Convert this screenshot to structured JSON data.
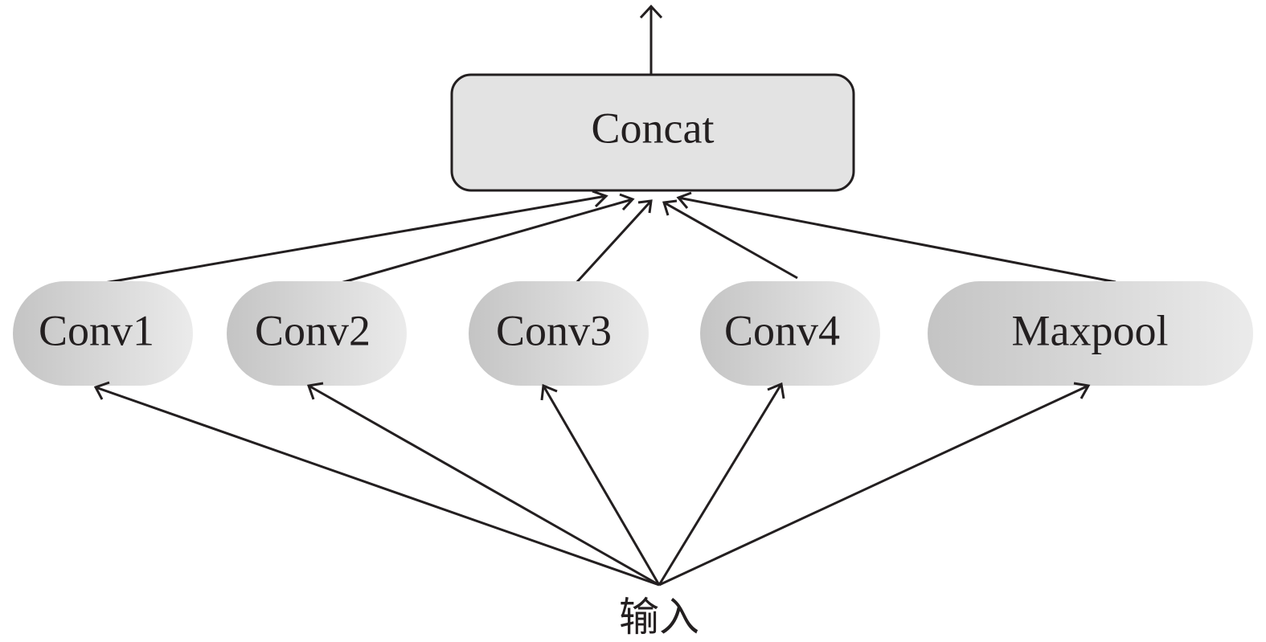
{
  "diagram": {
    "output_node": {
      "label": "Concat"
    },
    "branches": [
      {
        "id": "conv1",
        "label": "Conv1"
      },
      {
        "id": "conv2",
        "label": "Conv2"
      },
      {
        "id": "conv3",
        "label": "Conv3"
      },
      {
        "id": "conv4",
        "label": "Conv4"
      },
      {
        "id": "maxpool",
        "label": "Maxpool"
      }
    ],
    "input_node": {
      "label": "输入"
    },
    "colors": {
      "line": "#231f20",
      "concat_fill": "#e3e3e3",
      "branch_gradient_start": "#c4c4c4",
      "branch_gradient_end": "#ebebeb"
    }
  }
}
